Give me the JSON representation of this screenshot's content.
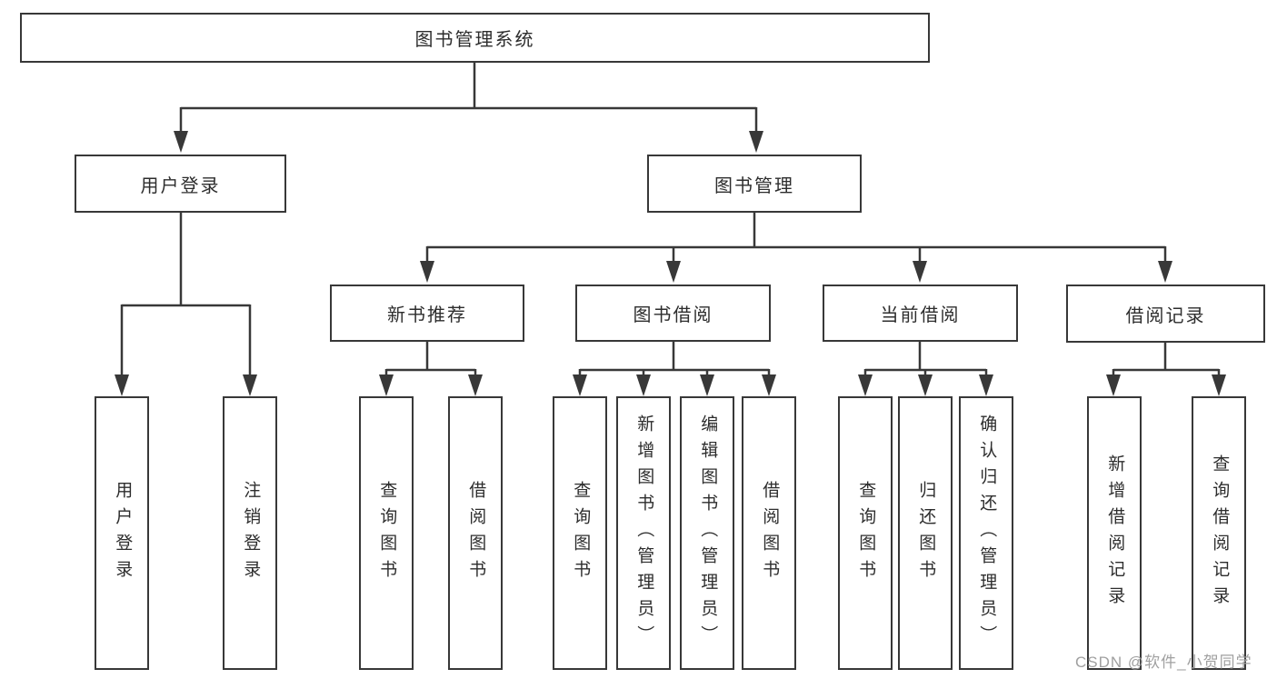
{
  "diagram": {
    "root": "图书管理系统",
    "level2": [
      {
        "label": "用户登录",
        "leaves": [
          "用户登录",
          "注销登录"
        ]
      },
      {
        "label": "图书管理",
        "groups": [
          {
            "label": "新书推荐",
            "leaves": [
              "查询图书",
              "借阅图书"
            ]
          },
          {
            "label": "图书借阅",
            "leaves": [
              "查询图书",
              "新增图书（管理员）",
              "编辑图书（管理员）",
              "借阅图书"
            ]
          },
          {
            "label": "当前借阅",
            "leaves": [
              "查询图书",
              "归还图书",
              "确认归还（管理员）"
            ]
          },
          {
            "label": "借阅记录",
            "leaves": [
              "新增借阅记录",
              "查询借阅记录"
            ]
          }
        ]
      }
    ]
  },
  "watermark": {
    "text": "CSDN @软件_小贺同学"
  },
  "colors": {
    "line": "#383838",
    "box_border": "#383838",
    "text": "#2d2d2d",
    "watermark": "#a0a0a0",
    "background": "#ffffff"
  }
}
